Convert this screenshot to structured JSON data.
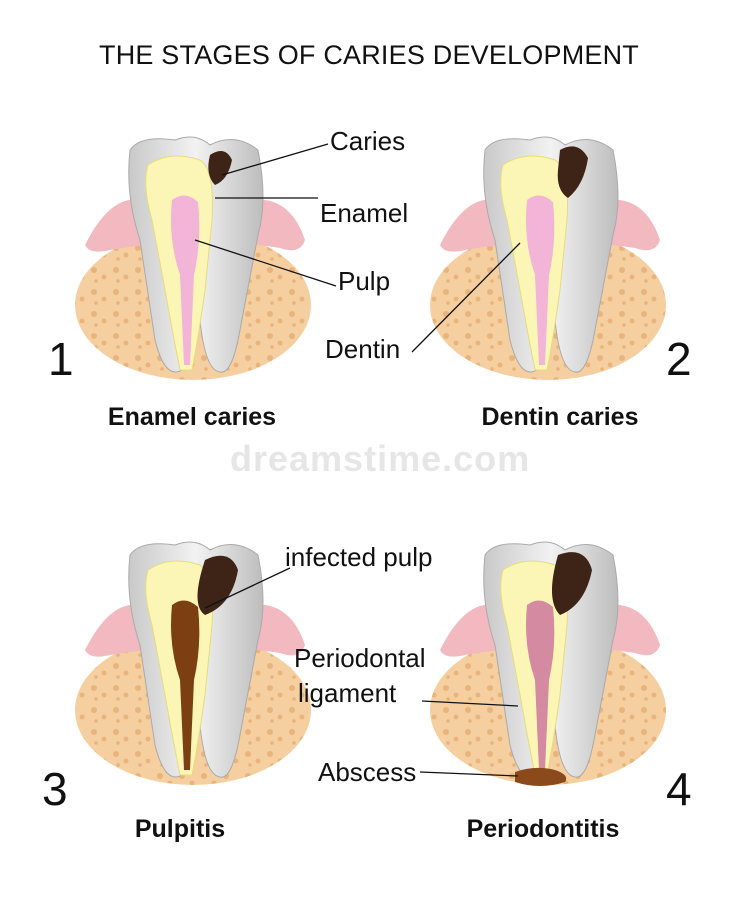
{
  "title": "THE STAGES OF CARIES DEVELOPMENT",
  "stages": [
    {
      "number": "1",
      "name": "Enamel caries"
    },
    {
      "number": "2",
      "name": "Dentin caries"
    },
    {
      "number": "3",
      "name": "Pulpitis"
    },
    {
      "number": "4",
      "name": "Periodontitis"
    }
  ],
  "labels": {
    "caries": "Caries",
    "enamel": "Enamel",
    "pulp": "Pulp",
    "dentin": "Dentin",
    "infected_pulp": "infected pulp",
    "periodontal_ligament_1": "Periodontal",
    "periodontal_ligament_2": "ligament",
    "abscess": "Abscess"
  },
  "watermark": "dreamstime.com",
  "colors": {
    "bone": "#f4c99a",
    "gum": "#f3b8c0",
    "enamel": "#dcdcdc",
    "dentin": "#fbf7b8",
    "pulp": "#f2b3d6",
    "caries": "#4a2a1a",
    "infected": "#7b3f12"
  }
}
